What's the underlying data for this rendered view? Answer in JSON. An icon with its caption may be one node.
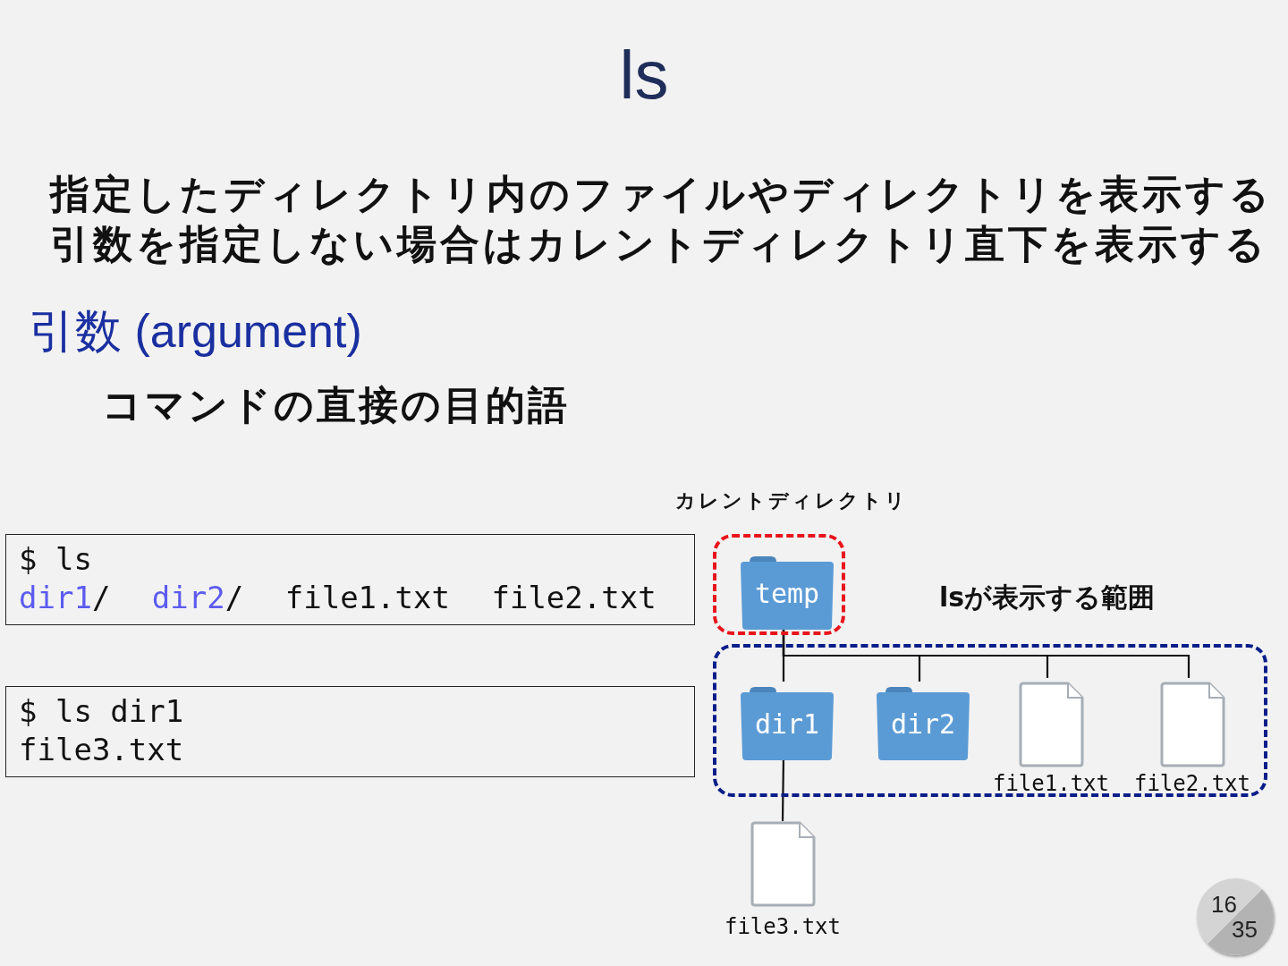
{
  "diagram": {
    "title": "ls",
    "nodes": [
      {
        "text": [
          "$ ls",
          "dir1/ dir2/ file1.txt file2.txt"
        ]
      },
      {
        "text": [
          "$ ls dir1",
          "file3.txt"
        ]
      },
      {
        "text": [
          "カレントディレクトリ"
        ]
      },
      {
        "text": [
          "temp"
        ],
        "in": 2
      },
      {
        "text": [
          "lsが表示する範囲"
        ]
      },
      {
        "text": [
          "dir1"
        ],
        "in": 4
      },
      {
        "text": [
          "dir2"
        ],
        "in": 4
      },
      {
        "text": [
          "file1.txt"
        ],
        "in": 4
      },
      {
        "text": [
          "file2.txt"
        ],
        "in": 4
      },
      {
        "text": [
          "file3.txt"
        ]
      }
    ],
    "edges": [
      {
        "from": 3,
        "to": 5,
        "arrow": "none"
      },
      {
        "from": 3,
        "to": 6,
        "arrow": "none"
      },
      {
        "from": 3,
        "to": 7,
        "arrow": "none"
      },
      {
        "from": 3,
        "to": 8,
        "arrow": "none"
      },
      {
        "from": 5,
        "to": 9,
        "arrow": "none"
      }
    ],
    "labels": [
      "指定したディレクトリ内のファイルやディレクトリを表示する",
      "引数を指定しない場合はカレントディレクトリ直下を表示する",
      "引数 (argument)",
      "コマンドの直接の目的語",
      "16",
      "35"
    ]
  }
}
